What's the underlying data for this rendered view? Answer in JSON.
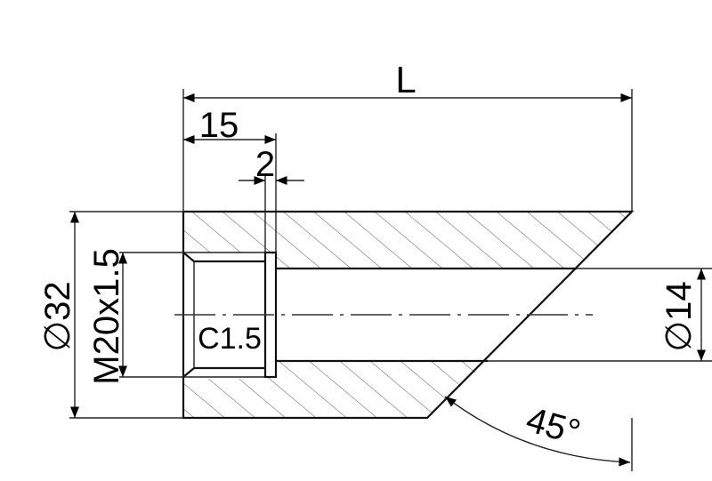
{
  "dimensions": {
    "length": "L",
    "thread_depth": "15",
    "groove_width": "2",
    "outer_diameter": "∅32",
    "thread": "M20x1.5",
    "chamfer": "C1.5",
    "bore_diameter": "∅14",
    "angle": "45°"
  }
}
